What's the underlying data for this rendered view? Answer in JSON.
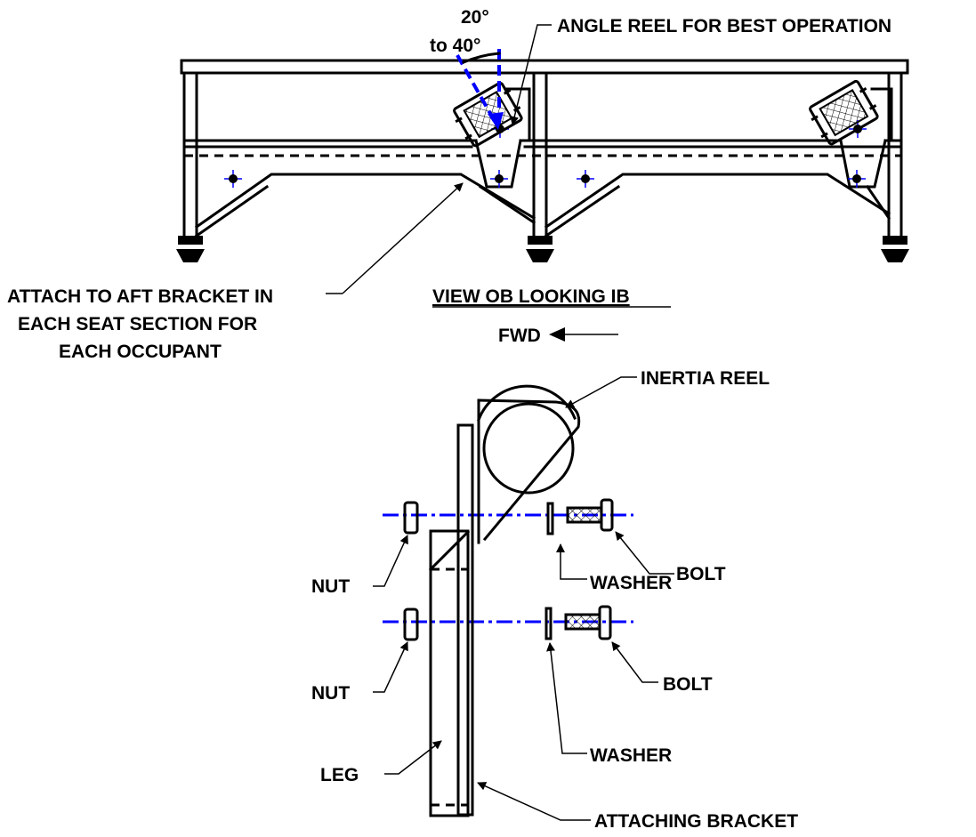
{
  "colors": {
    "line": "#000000",
    "centerline": "#0000ff",
    "background": "#ffffff"
  },
  "labels": {
    "angle_top": "20°",
    "angle_bottom": "to 40°",
    "angle_reel": "ANGLE REEL FOR BEST OPERATION",
    "attach_line1": "ATTACH TO AFT BRACKET IN",
    "attach_line2": "EACH SEAT SECTION FOR",
    "attach_line3": "EACH OCCUPANT",
    "view_title": "VIEW OB LOOKING IB",
    "fwd": "FWD",
    "inertia_reel": "INERTIA REEL",
    "nut_upper": "NUT",
    "nut_lower": "NUT",
    "washer_upper": "WASHER",
    "washer_lower": "WASHER",
    "bolt_upper": "BOLT",
    "bolt_lower": "BOLT",
    "leg": "LEG",
    "attaching_bracket": "ATTACHING BRACKET"
  }
}
